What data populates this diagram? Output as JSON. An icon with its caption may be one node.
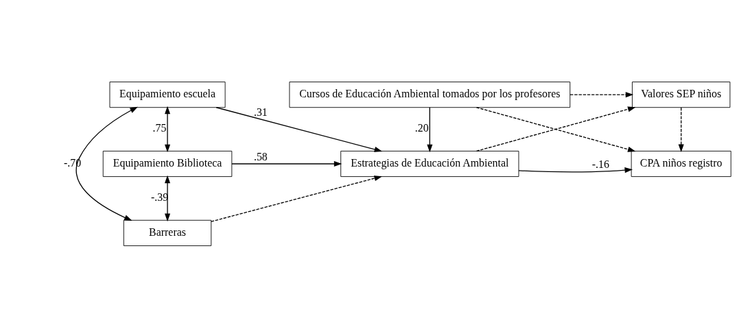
{
  "diagram": {
    "nodes": [
      {
        "text": [
          "Equipamiento escuela"
        ]
      },
      {
        "text": [
          "Equipamiento Biblioteca"
        ]
      },
      {
        "text": [
          "Barreras"
        ]
      },
      {
        "text": [
          "Cursos de Educación Ambiental tomados por los profesores"
        ]
      },
      {
        "text": [
          "Estrategias de Educación Ambiental"
        ]
      },
      {
        "text": [
          "Valores SEP niños"
        ]
      },
      {
        "text": [
          "CPA niños registro"
        ]
      }
    ],
    "edges": [
      {
        "from": 0,
        "to": 4,
        "arrow": "to",
        "label": ".31"
      },
      {
        "from": 1,
        "to": 4,
        "arrow": "to",
        "label": ".58"
      },
      {
        "from": 2,
        "to": 4,
        "arrow": "to",
        "style": "dashed"
      },
      {
        "from": 3,
        "to": 4,
        "arrow": "to",
        "label": ".20"
      },
      {
        "from": 3,
        "to": 5,
        "arrow": "to",
        "style": "dashed"
      },
      {
        "from": 3,
        "to": 6,
        "arrow": "to",
        "style": "dashed"
      },
      {
        "from": 4,
        "to": 5,
        "arrow": "to",
        "style": "dashed"
      },
      {
        "from": 5,
        "to": 6,
        "arrow": "to",
        "style": "dashed"
      },
      {
        "from": 4,
        "to": 6,
        "arrow": "to",
        "label": "-.16"
      },
      {
        "from": 0,
        "to": 1,
        "arrow": "both",
        "label": ".75"
      },
      {
        "from": 1,
        "to": 2,
        "arrow": "both",
        "label": "-.39"
      },
      {
        "from": 0,
        "to": 2,
        "arrow": "both",
        "label": "-.70"
      }
    ]
  }
}
